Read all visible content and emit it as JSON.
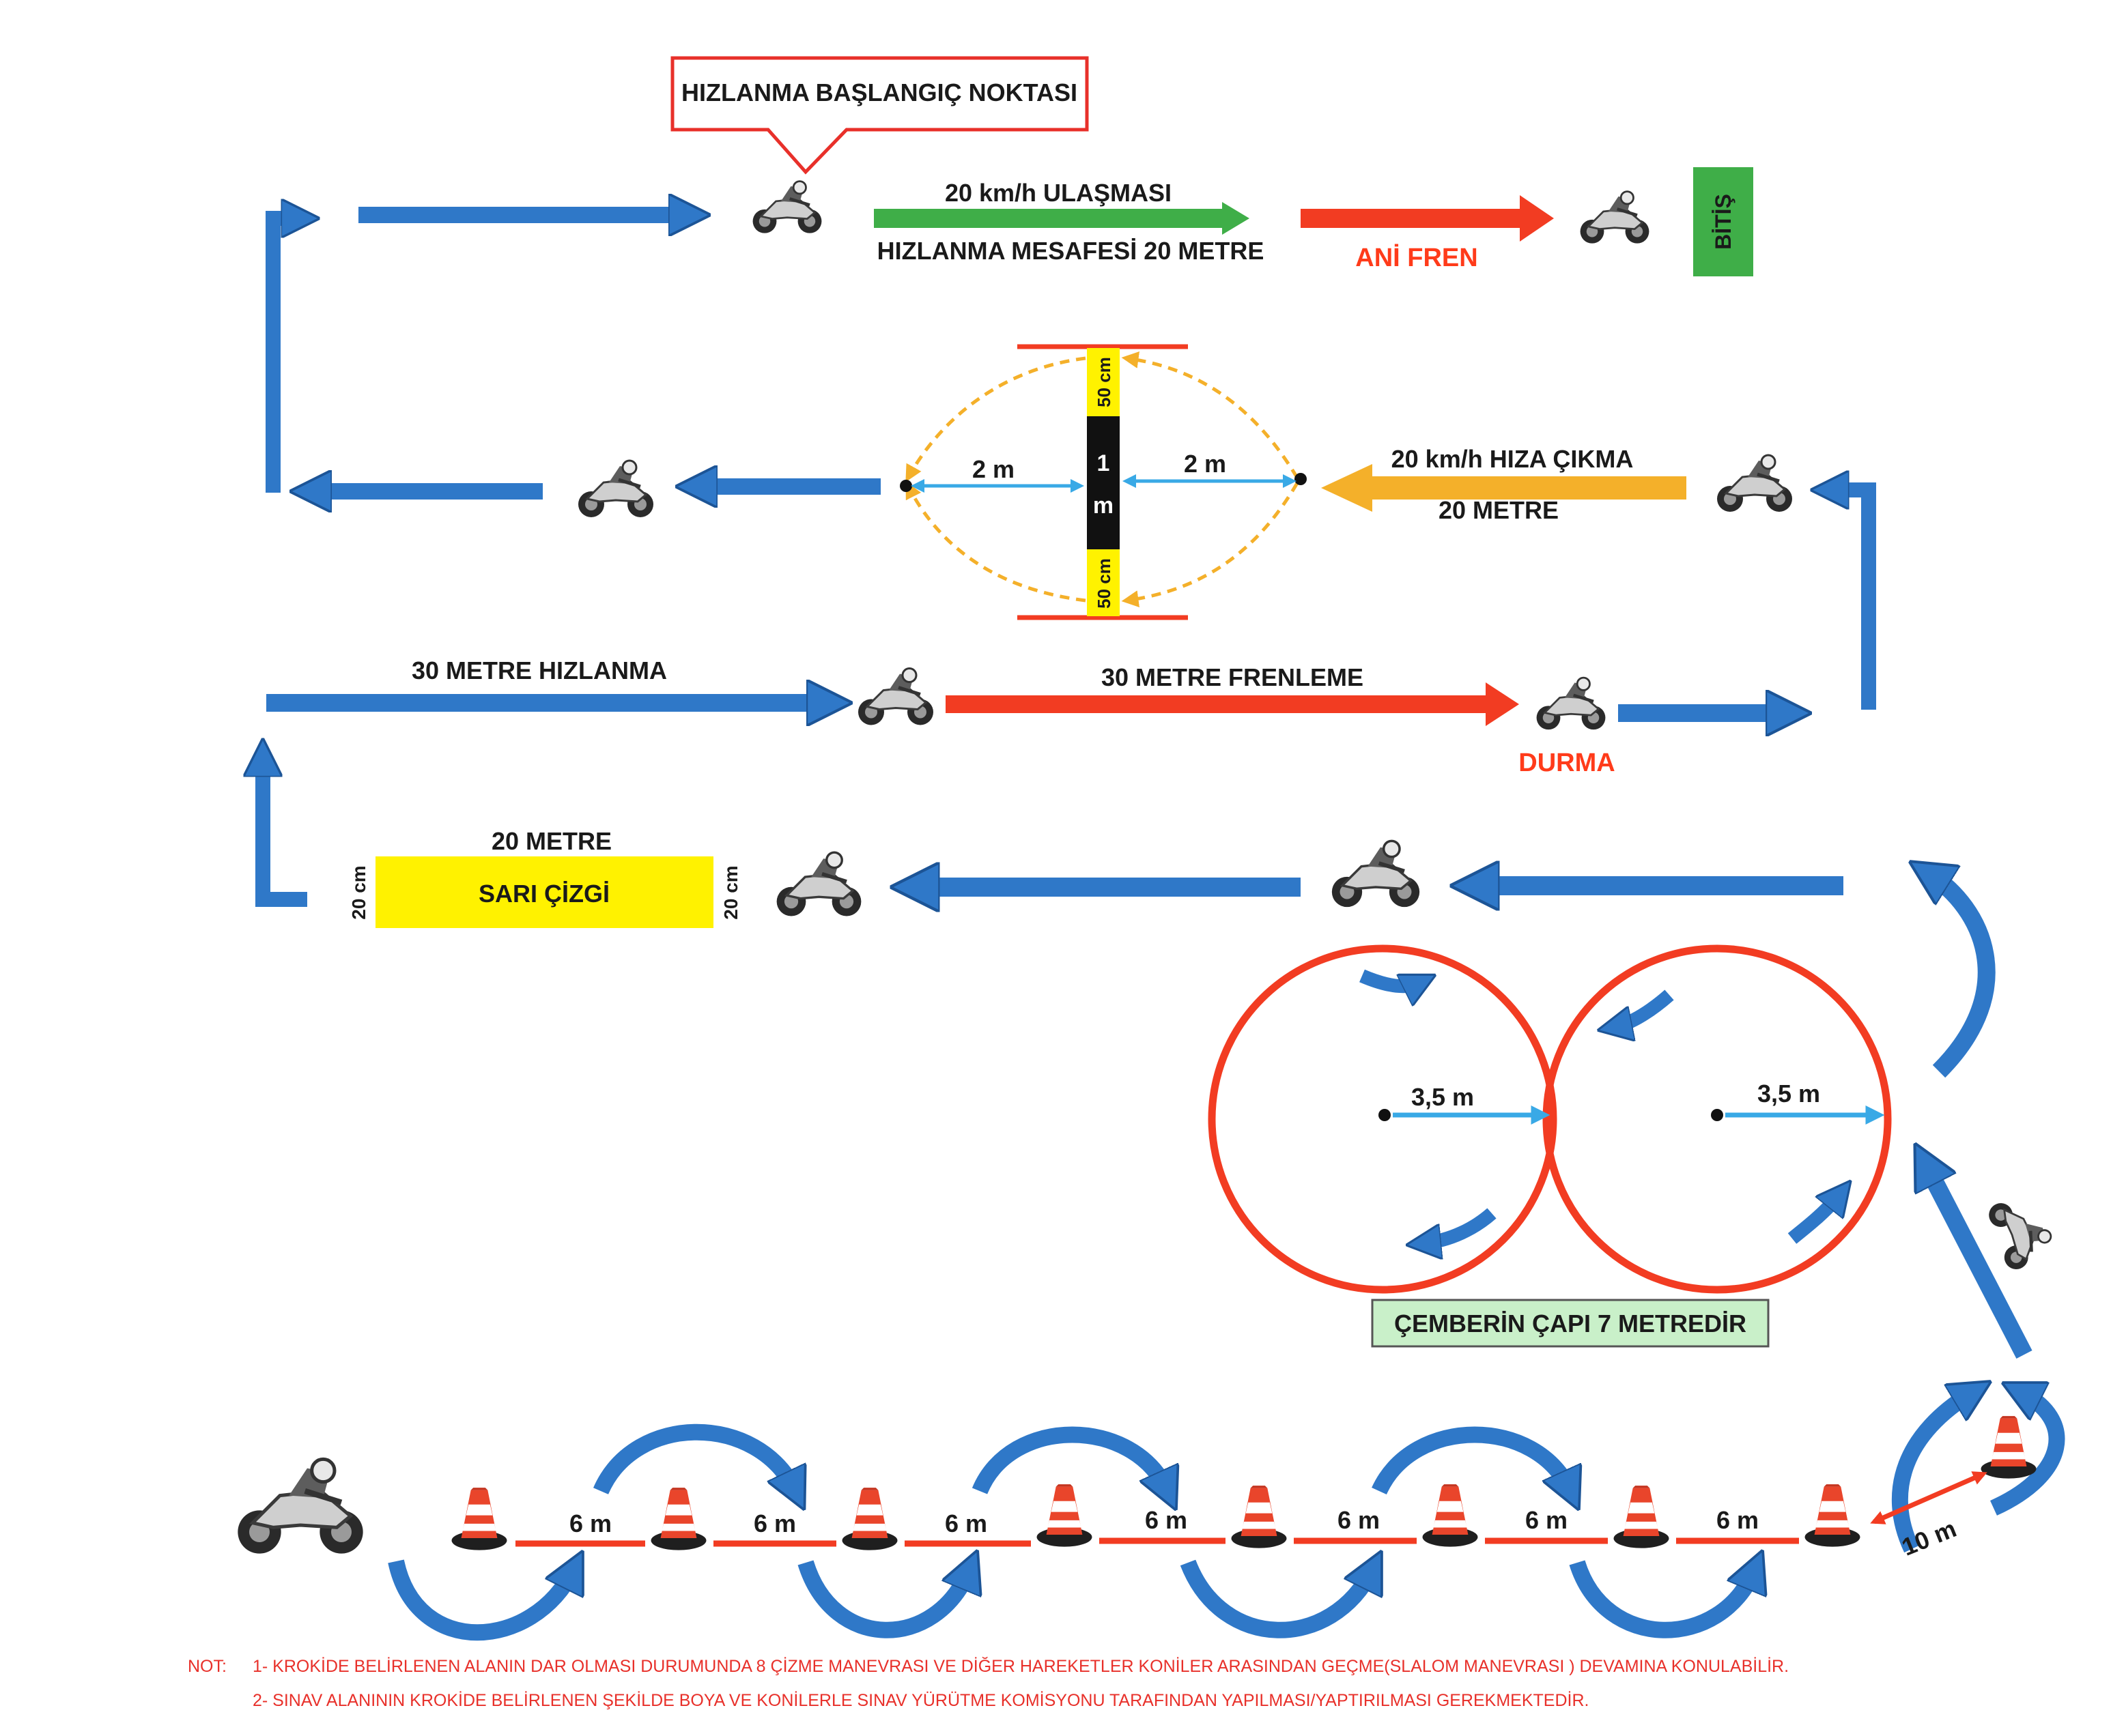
{
  "labels": {
    "callout": "HIZLANMA BAŞLANGIÇ NOKTASI",
    "speed_reach": "20 km/h ULAŞMASI",
    "accel_distance": "HIZLANMA MESAFESİ 20 METRE",
    "sudden_brake": "ANİ FREN",
    "finish": "BİTİŞ",
    "speed_out": "20 km/h HIZA ÇIKMA",
    "speed_out_dist": "20 METRE",
    "two_m_left": "2 m",
    "two_m_right": "2 m",
    "one_m_top": "1",
    "one_m_bottom": "m",
    "fifty_cm_top": "50 cm",
    "fifty_cm_bottom": "50 cm",
    "accel_30": "30 METRE HIZLANMA",
    "brake_30": "30 METRE FRENLEME",
    "stop": "DURMA",
    "twenty_m": "20 METRE",
    "yellow_line": "SARI ÇİZGİ",
    "twenty_cm_left": "20 cm",
    "twenty_cm_right": "20 cm",
    "radius_left": "3,5 m",
    "radius_right": "3,5 m",
    "circle_note": "ÇEMBERİN ÇAPI 7 METREDİR",
    "cone_gap": [
      "6 m",
      "6 m",
      "6 m",
      "6 m",
      "6 m",
      "6 m",
      "6 m"
    ],
    "ten_m": "10 m"
  },
  "notes": {
    "prefix": "NOT:",
    "line1": "1- KROKİDE BELİRLENEN ALANIN DAR OLMASI DURUMUNDA 8 ÇİZME MANEVRASI  VE DİĞER HAREKETLER KONİLER ARASINDAN GEÇME(SLALOM MANEVRASI ) DEVAMINA KONULABİLİR.",
    "line2": "2- SINAV ALANININ KROKİDE BELİRLENEN ŞEKİLDE BOYA VE KONİLERLE SINAV YÜRÜTME KOMİSYONU TARAFINDAN YAPILMASI/YAPTIRILMASI GEREKMEKTEDİR."
  },
  "colors": {
    "blue": "#2f78c8",
    "blue_edge": "#1c5496",
    "red": "#f23c22",
    "green": "#3fae48",
    "yellow": "#fff200",
    "orange": "#f4b02a"
  },
  "icons": [
    "motorcycle-icon",
    "traffic-cone-icon",
    "arrow-icon"
  ]
}
